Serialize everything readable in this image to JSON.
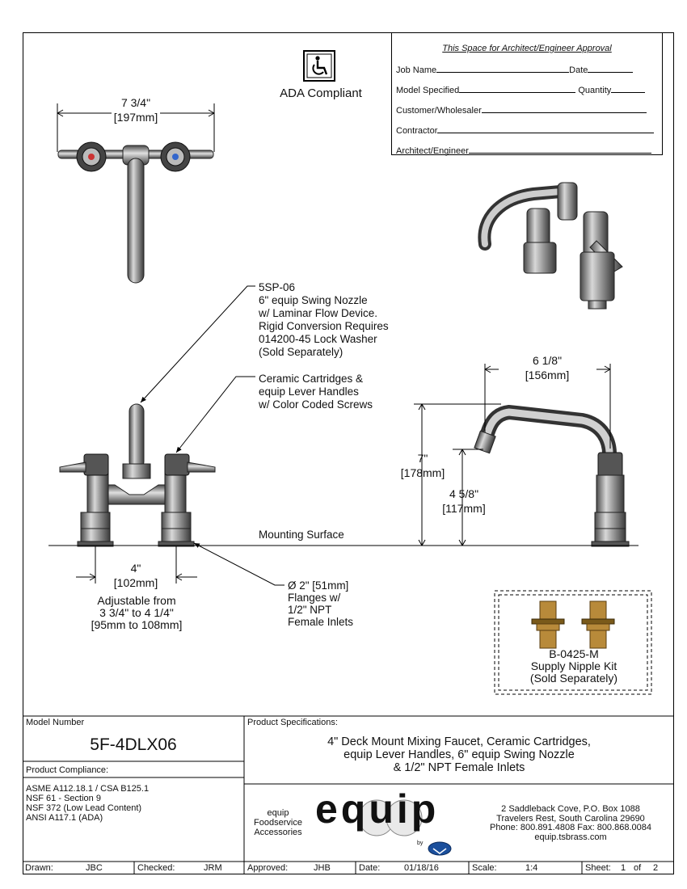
{
  "approval": {
    "title": "This Space for Architect/Engineer Approval",
    "job_name": "Job Name",
    "date": "Date",
    "model_specified": "Model Specified",
    "quantity": "Quantity",
    "customer": "Customer/Wholesaler",
    "contractor": "Contractor",
    "architect": "Architect/Engineer"
  },
  "ada": {
    "label": "ADA Compliant",
    "icon": "wheelchair-icon"
  },
  "dimensions": {
    "width_in": "7 3/4\"",
    "width_mm": "[197mm]",
    "nozzle_in": "6 1/8\"",
    "nozzle_mm": "[156mm]",
    "height_in": "7\"",
    "height_mm": "[178mm]",
    "spout_in": "4 5/8\"",
    "spout_mm": "[117mm]",
    "center_in": "4\"",
    "center_mm": "[102mm]",
    "adjust_1": "Adjustable from",
    "adjust_2": "3 3/4\" to 4 1/4\"",
    "adjust_3": "[95mm to 108mm]"
  },
  "callouts": {
    "nozzle": [
      "5SP-06",
      "6\" equip Swing Nozzle",
      "w/ Laminar Flow Device.",
      "Rigid Conversion Requires",
      "014200-45 Lock Washer",
      "(Sold Separately)"
    ],
    "cartridges": [
      "Ceramic Cartridges &",
      "equip Lever Handles",
      "w/ Color Coded Screws"
    ],
    "mounting": "Mounting Surface",
    "flanges": [
      "Ø 2\" [51mm]",
      "Flanges w/",
      "1/2\" NPT",
      "Female Inlets"
    ]
  },
  "nipple_kit": {
    "part": "B-0425-M",
    "name": "Supply Nipple Kit",
    "note": "(Sold Separately)"
  },
  "title_block": {
    "model_label": "Model Number",
    "model_number": "5F-4DLX06",
    "compliance_label": "Product Compliance:",
    "compliance": [
      "ASME A112.18.1 / CSA B125.1",
      "NSF 61 - Section 9",
      "NSF 372 (Low Lead Content)",
      "ANSI A117.1 (ADA)"
    ],
    "spec_label": "Product Specifications:",
    "spec": [
      "4\" Deck Mount Mixing Faucet, Ceramic Cartridges,",
      "equip Lever Handles, 6\" equip Swing Nozzle",
      "& 1/2\" NPT Female Inlets"
    ],
    "brand_sub": [
      "equip",
      "Foodservice",
      "Accessories"
    ],
    "brand": "equip",
    "brand_by": "by",
    "address": [
      "2 Saddleback Cove, P.O. Box 1088",
      "Travelers Rest, South Carolina 29690",
      "Phone: 800.891.4808  Fax: 800.868.0084",
      "equip.tsbrass.com"
    ],
    "drawn_label": "Drawn:",
    "drawn": "JBC",
    "checked_label": "Checked:",
    "checked": "JRM",
    "approved_label": "Approved:",
    "approved": "JHB",
    "date_label": "Date:",
    "date": "01/18/16",
    "scale_label": "Scale:",
    "scale": "1:4",
    "sheet_label": "Sheet:",
    "sheet": "1",
    "of_label": "of",
    "sheet_total": "2"
  }
}
